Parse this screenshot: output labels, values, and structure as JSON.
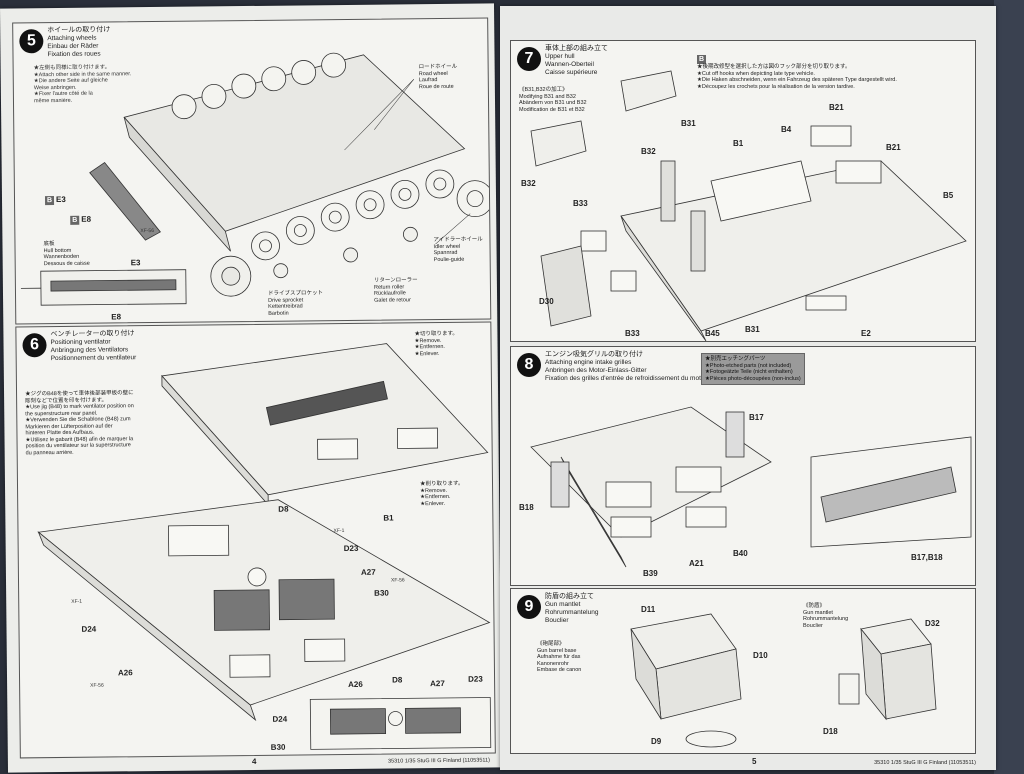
{
  "left_page": {
    "page_number": "4",
    "footer": "35310  1/35 StuG III G Finland (11053511)",
    "step5": {
      "number": "5",
      "title_jp": "ホイールの取り付け",
      "title_en": "Attaching wheels",
      "title_de": "Einbau der Räder",
      "title_fr": "Fixation des roues",
      "note_jp": "★左側も同様に取り付けます。",
      "note_lines": [
        "★Attach other side in the same manner.",
        "★Die andere Seite auf gleiche",
        "Weise anbringen.",
        "★Fixer l'autre côté de la",
        "même manière."
      ],
      "road_wheel": [
        "ロードホイール",
        "Road wheel",
        "Laufrad",
        "Roue de route"
      ],
      "idler_wheel": [
        "アイドラーホイール",
        "Idler wheel",
        "Spannrad",
        "Poulie-guide"
      ],
      "return_roller": [
        "リターンローラー",
        "Return roller",
        "Rücklaufrolle",
        "Galet de retour"
      ],
      "drive_sprocket": [
        "ドライブスプロケット",
        "Drive sprocket",
        "Kettentreibrad",
        "Barbotin"
      ],
      "hull_bottom": [
        "底板",
        "Hull bottom",
        "Wannenboden",
        "Dessous de caisse"
      ],
      "parts": [
        "E3",
        "E8",
        "E3",
        "E8"
      ],
      "paint": "XF-56"
    },
    "step6": {
      "number": "6",
      "title_jp": "ベンチレーターの取り付け",
      "title_en": "Positioning ventilator",
      "title_de": "Anbringung des Ventilators",
      "title_fr": "Positionnement du ventilateur",
      "jig_note_lines": [
        "★ジグのB48を使って車体後部装甲板の壁に",
        "彫刻などで位置を印を付けます。",
        "★Use jig (B48) to mark ventilator position on",
        "the superstructure rear panel.",
        "★Verwenden Sie die Schablone (B48) zum",
        "Markieren der Lüfterposition auf der",
        "hinteren Platte des Aufbaus.",
        "★Utilisez le gabarit (B48) afin de marquer la",
        "position du ventilateur sur la superstructure",
        "du panneau arrière."
      ],
      "remove1": [
        "★切り取ります。",
        "★Remove.",
        "★Entfernen.",
        "★Enlever."
      ],
      "remove2": [
        "★削り取ります。",
        "★Remove.",
        "★Entfernen.",
        "★Enlever."
      ],
      "parts": [
        "B1",
        "D8",
        "D23",
        "A27",
        "B30",
        "D24",
        "A26",
        "D8",
        "A26",
        "A27",
        "D23",
        "D24",
        "B30"
      ],
      "paints": [
        "XF-1",
        "XF-56",
        "XF-1",
        "XF-56"
      ]
    }
  },
  "right_page": {
    "page_number": "5",
    "footer": "35310  1/35 StuG III G Finland (11053511)",
    "step7": {
      "number": "7",
      "title_jp": "車体上部の組み立て",
      "title_en": "Upper hull",
      "title_de": "Wannen-Oberteil",
      "title_fr": "Caisse supérieure",
      "mod_lines": [
        "《B31,B32の加工》",
        "Modifying B31 and B32",
        "Abändern von B31 und B32",
        "Modification de B31 et B32"
      ],
      "b_note_lines": [
        "★後期改修型を選択した方は図のフック部分を切り取ります。",
        "★Cut off hooks when depicting late type vehicle.",
        "★Die Haken abschneiden, wenn ein Fahrzeug des späteren Type dargestellt wird.",
        "★Découpez les crochets pour la réalisation de la version tardive."
      ],
      "b_badge": "B",
      "parts": [
        "B31",
        "B32",
        "B1",
        "B21",
        "B4",
        "B21",
        "B5",
        "B32",
        "B33",
        "D30",
        "B33",
        "B45",
        "B31",
        "E2"
      ]
    },
    "step8": {
      "number": "8",
      "title_jp": "エンジン吸気グリルの取り付け",
      "title_en": "Attaching engine intake grilles",
      "title_de": "Anbringen des Motor-Einlass-Gitter",
      "title_fr": "Fixation des grilles d'entrée de refroidissement du moteur",
      "pe_lines": [
        "★別売エッチングパーツ",
        "★Photo-etched parts (not included)",
        "★Fotogeätzte Teile (nicht enthalten)",
        "★Pièces photo-découpées (non-inclus)"
      ],
      "parts": [
        "B17",
        "B18",
        "B39",
        "A21",
        "B40",
        "B17,B18"
      ]
    },
    "step9": {
      "number": "9",
      "title_jp": "防盾の組み立て",
      "title_en": "Gun mantlet",
      "title_de": "Rohrummantelung",
      "title_fr": "Bouclier",
      "base_lines": [
        "《砲尾部》",
        "Gun barrel base",
        "Aufnahme für das",
        "Kanonenrohr",
        "Embase de canon"
      ],
      "mantlet_lines": [
        "《防盾》",
        "Gun mantlet",
        "Rohrummantelung",
        "Bouclier"
      ],
      "parts": [
        "D11",
        "D10",
        "D9",
        "D32",
        "D18"
      ]
    }
  }
}
